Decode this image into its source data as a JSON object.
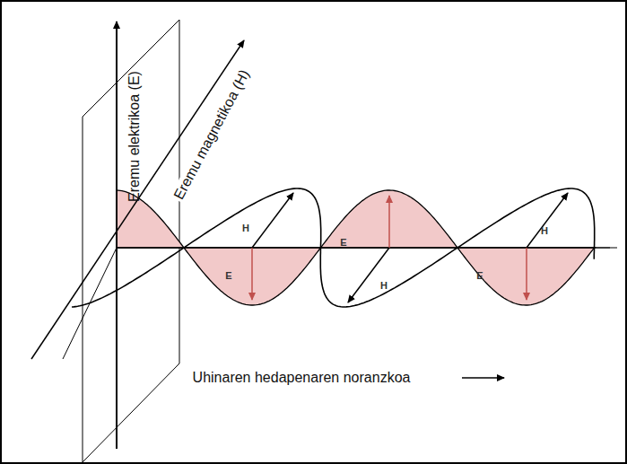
{
  "diagram": {
    "labels": [
      "Eremu elektrikoa (E)",
      "Eremu magnetikoa (H)",
      "H",
      "E",
      "H",
      "E",
      "H",
      "E",
      "Uhinaren hedapenaren noranzkoa"
    ]
  }
}
